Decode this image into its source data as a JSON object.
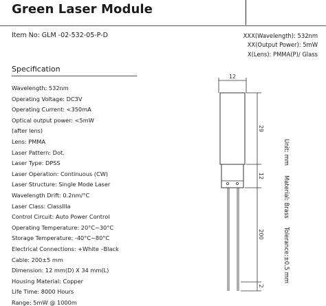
{
  "header": {
    "title": "Green Laser Module",
    "item_no": "Item No: GLM -02-532-05-P-D"
  },
  "codes": [
    "XXX(Wavelength): 532nm",
    "XX(Output Power): 5mW",
    "X(Lens): PMMA(P)/ Glass"
  ],
  "spec": {
    "heading": "Specification",
    "items": [
      "Wavelength: 532nm",
      "Operating Voltage: DC3V",
      "Operating Current: <350mA",
      "Optical output power: <5mW",
      "(after lens)",
      "Lens: PMMA",
      "Laser Pattern: Dot.",
      "Laser Type: DPSS",
      "Laser Operation: Continuous (CW)",
      "Laser Structure: Single Mode Laser",
      "Wavelength Drift: 0.2nm/°C",
      "Laser Class: ClassIIIa",
      "Control Circuit: Auto Power Control",
      "Operating Temperature: 20°C~30°C",
      "Storage Temperature: -40°C~80°C",
      "Electrical Connections: +White –Black",
      "Cable: 200±5 mm",
      "Dimension: 12 mm(D) X 34 mm(L)",
      "Housing Material: Copper",
      "Life Time: 8000 Hours",
      "Range: 5mW @ 1000m"
    ]
  },
  "drawing": {
    "width_label": "12",
    "dims": [
      "29",
      "12",
      "200",
      "2"
    ],
    "notes": {
      "unit": "Unit: mm",
      "material": "Material: Brass",
      "tolerance": "Tolerance:±0.5 mm"
    }
  }
}
